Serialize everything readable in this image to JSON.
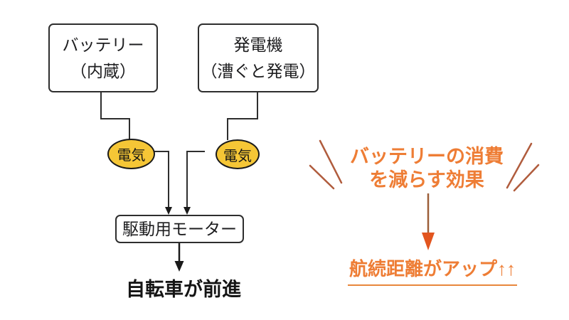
{
  "colors": {
    "line": "#2e2e2e",
    "text": "#1d1d1f",
    "ellipse-fill": "#f5c636",
    "ellipse-border": "#1a1a1a",
    "accent": "#ee7d35",
    "emphasis-line": "#b05c3d",
    "callout-arrow-line": "#9c5e39",
    "callout-arrowhead": "#e2551f",
    "underline": "#e8873c",
    "bg": "#ffffff"
  },
  "flowchart": {
    "battery_box": {
      "line1": "バッテリー",
      "line2": "（内蔵）"
    },
    "generator_box": {
      "line1": "発電機",
      "line2": "（漕ぐと発電）"
    },
    "electricity_label_left": "電気",
    "electricity_label_right": "電気",
    "motor_box": {
      "label": "駆動用モーター"
    },
    "result_label": "自転車が前進"
  },
  "callout": {
    "headline_line1": "バッテリーの消費",
    "headline_line2": "を減らす効果",
    "effect_label": "航続距離がアップ↑↑"
  }
}
